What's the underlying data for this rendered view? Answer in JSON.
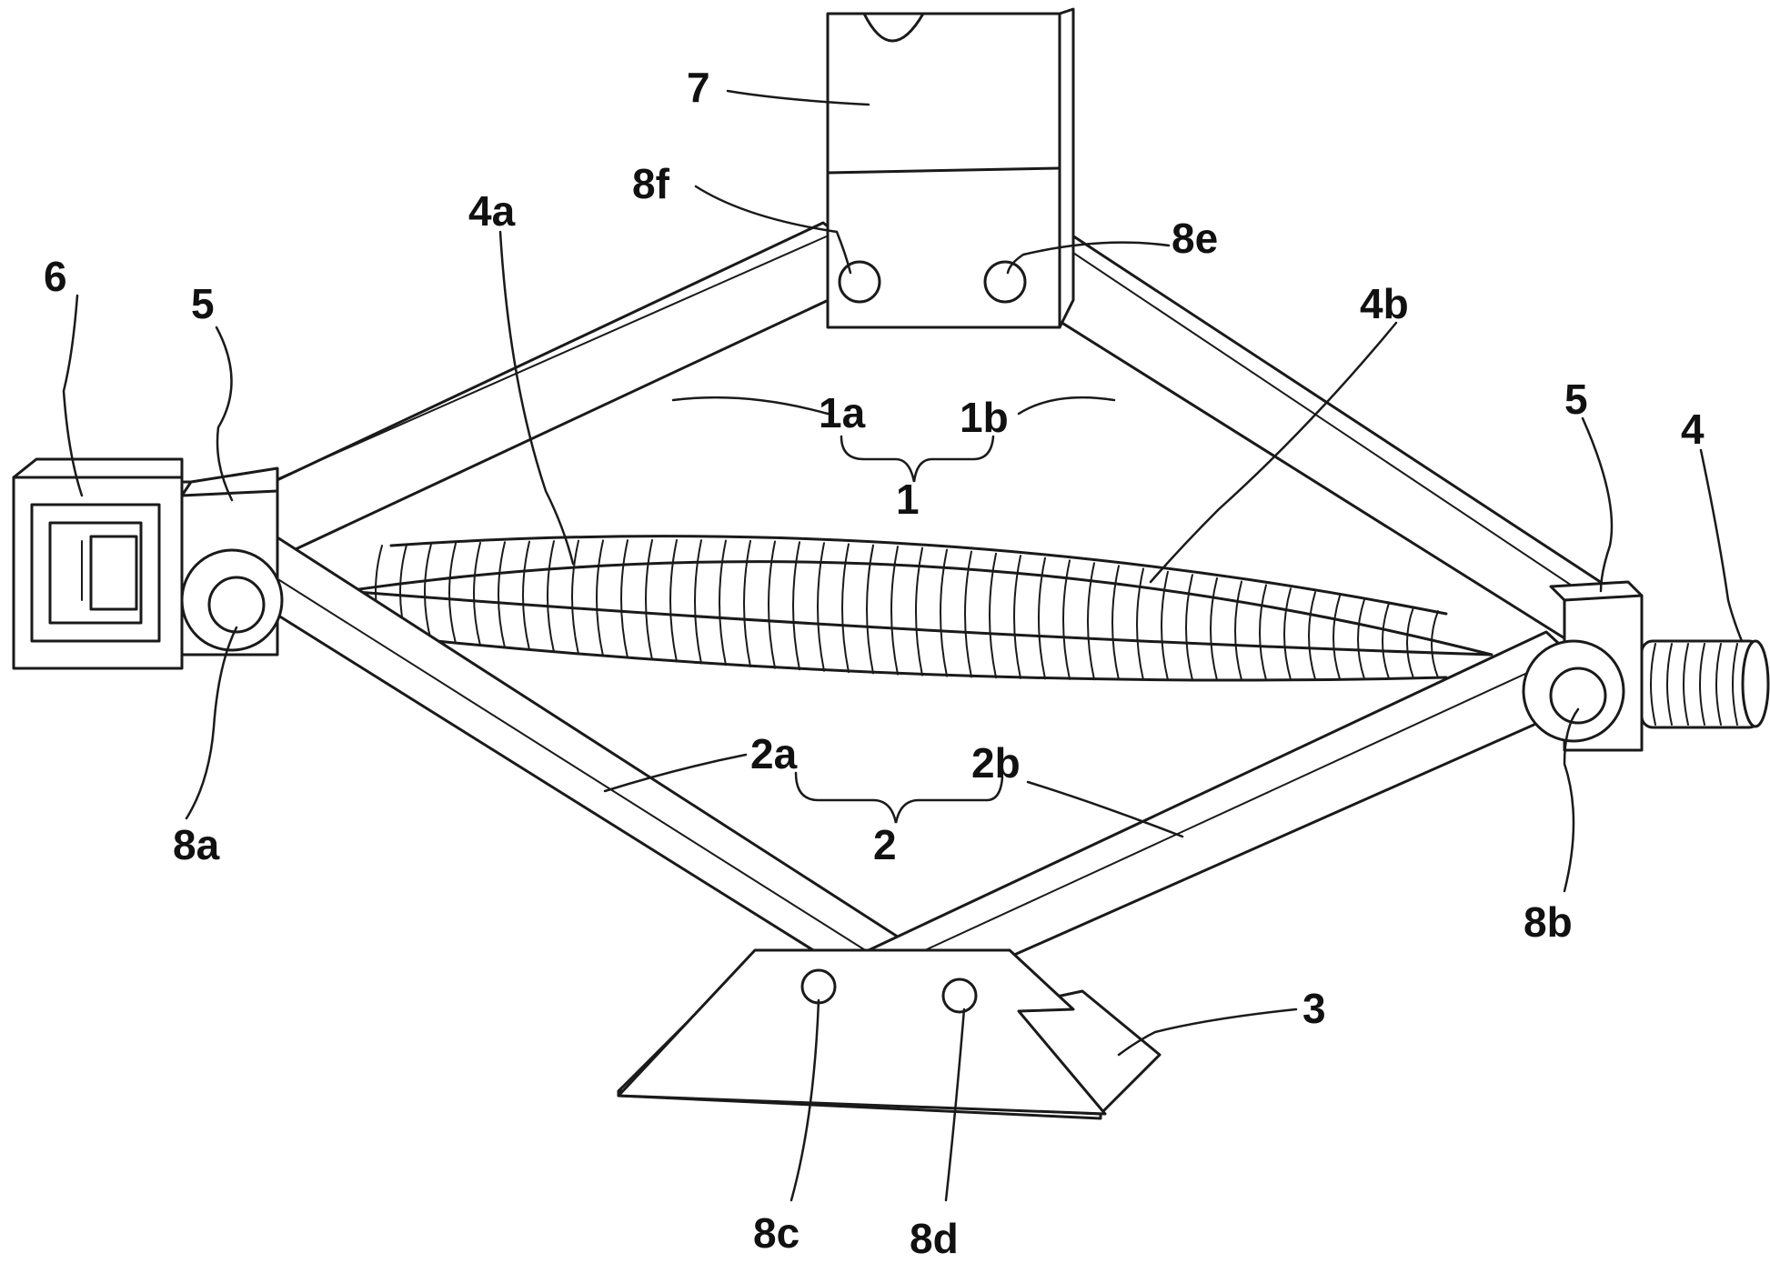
{
  "labels": {
    "l7": "7",
    "l8f": "8f",
    "l8e": "8e",
    "l4a": "4a",
    "l4b": "4b",
    "l6": "6",
    "l5_left": "5",
    "l5_right": "5",
    "l4": "4",
    "l1a": "1a",
    "l1b": "1b",
    "l1": "1",
    "l2a": "2a",
    "l2b": "2b",
    "l2": "2",
    "l8a": "8a",
    "l8b": "8b",
    "l3": "3",
    "l8c": "8c",
    "l8d": "8d"
  }
}
